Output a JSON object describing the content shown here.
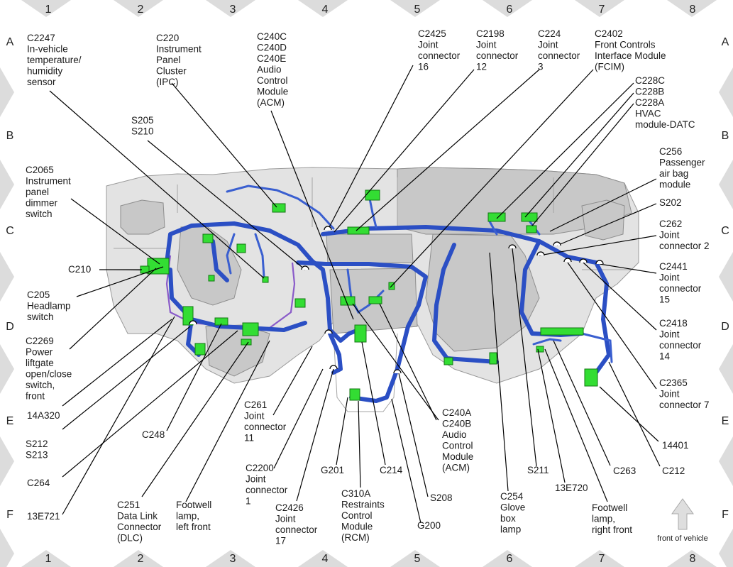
{
  "grid": {
    "columns": [
      "1",
      "2",
      "3",
      "4",
      "5",
      "6",
      "7",
      "8"
    ],
    "rows": [
      "A",
      "B",
      "C",
      "D",
      "E",
      "F"
    ]
  },
  "callouts": [
    {
      "id": "c2247",
      "lines": [
        "C2247",
        "In-vehicle",
        "temperature/",
        "humidity",
        "sensor"
      ]
    },
    {
      "id": "c220",
      "lines": [
        "C220",
        "Instrument",
        "Panel",
        "Cluster",
        "(IPC)"
      ]
    },
    {
      "id": "c240c",
      "lines": [
        "C240C",
        "C240D",
        "C240E",
        "Audio",
        "Control",
        "Module",
        "(ACM)"
      ]
    },
    {
      "id": "c2425",
      "lines": [
        "C2425",
        "Joint",
        "connector",
        "16"
      ]
    },
    {
      "id": "c2198",
      "lines": [
        "C2198",
        "Joint",
        "connector",
        "12"
      ]
    },
    {
      "id": "c224",
      "lines": [
        "C224",
        "Joint",
        "connector",
        "3"
      ]
    },
    {
      "id": "c2402",
      "lines": [
        "C2402",
        "Front Controls",
        "Interface Module",
        "(FCIM)"
      ]
    },
    {
      "id": "c228",
      "lines": [
        "C228C",
        "C228B",
        "C228A",
        "HVAC",
        "module-DATC"
      ]
    },
    {
      "id": "s205",
      "lines": [
        "S205",
        "S210"
      ]
    },
    {
      "id": "c256",
      "lines": [
        "C256",
        "Passenger",
        "air bag",
        "module"
      ]
    },
    {
      "id": "c2065",
      "lines": [
        "C2065",
        "Instrument",
        "panel",
        "dimmer",
        "switch"
      ]
    },
    {
      "id": "s202",
      "lines": [
        "S202"
      ]
    },
    {
      "id": "c262",
      "lines": [
        "C262",
        "Joint",
        "connector 2"
      ]
    },
    {
      "id": "c210",
      "lines": [
        "C210"
      ]
    },
    {
      "id": "c2441",
      "lines": [
        "C2441",
        "Joint",
        "connector",
        "15"
      ]
    },
    {
      "id": "c205",
      "lines": [
        "C205",
        "Headlamp",
        "switch"
      ]
    },
    {
      "id": "c2418",
      "lines": [
        "C2418",
        "Joint",
        "connector",
        "14"
      ]
    },
    {
      "id": "c2269",
      "lines": [
        "C2269",
        "Power",
        "liftgate",
        "open/close",
        "switch,",
        "front"
      ]
    },
    {
      "id": "c2365",
      "lines": [
        "C2365",
        "Joint",
        "connector 7"
      ]
    },
    {
      "id": "w14a320",
      "lines": [
        "14A320"
      ]
    },
    {
      "id": "c261",
      "lines": [
        "C261",
        "Joint",
        "connector",
        "11"
      ]
    },
    {
      "id": "c240a",
      "lines": [
        "C240A",
        "C240B",
        "Audio",
        "Control",
        "Module",
        "(ACM)"
      ]
    },
    {
      "id": "s212",
      "lines": [
        "S212",
        "S213"
      ]
    },
    {
      "id": "c248",
      "lines": [
        "C248"
      ]
    },
    {
      "id": "w14401",
      "lines": [
        "14401"
      ]
    },
    {
      "id": "c2200",
      "lines": [
        "C2200",
        "Joint",
        "connector",
        "1"
      ]
    },
    {
      "id": "g201",
      "lines": [
        "G201"
      ]
    },
    {
      "id": "c214",
      "lines": [
        "C214"
      ]
    },
    {
      "id": "s211",
      "lines": [
        "S211"
      ]
    },
    {
      "id": "c263",
      "lines": [
        "C263"
      ]
    },
    {
      "id": "c212",
      "lines": [
        "C212"
      ]
    },
    {
      "id": "c264",
      "lines": [
        "C264"
      ]
    },
    {
      "id": "w13e720",
      "lines": [
        "13E720"
      ]
    },
    {
      "id": "c251",
      "lines": [
        "C251",
        "Data Link",
        "Connector",
        "(DLC)"
      ]
    },
    {
      "id": "footwell-lf",
      "lines": [
        "Footwell",
        "lamp,",
        "left front"
      ]
    },
    {
      "id": "c310a",
      "lines": [
        "C310A",
        "Restraints",
        "Control",
        "Module",
        "(RCM)"
      ]
    },
    {
      "id": "s208",
      "lines": [
        "S208"
      ]
    },
    {
      "id": "c2426",
      "lines": [
        "C2426",
        "Joint",
        "connector",
        "17"
      ]
    },
    {
      "id": "c254",
      "lines": [
        "C254",
        "Glove",
        "box",
        "lamp"
      ]
    },
    {
      "id": "footwell-rf",
      "lines": [
        "Footwell",
        "lamp,",
        "right front"
      ]
    },
    {
      "id": "w13e721",
      "lines": [
        "13E721"
      ]
    },
    {
      "id": "g200",
      "lines": [
        "G200"
      ]
    }
  ],
  "front_label": "front of vehicle",
  "colors": {
    "harness": "#2b4fc4",
    "connector": "#33dd33",
    "frame_triangle": "#dcdcdc"
  }
}
